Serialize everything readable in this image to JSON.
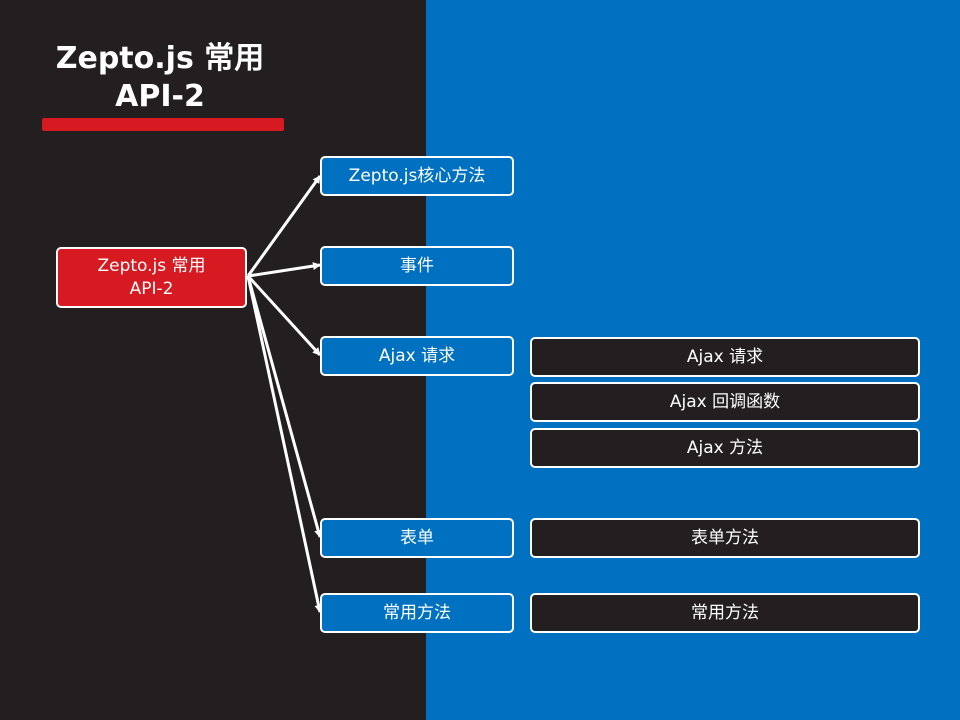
{
  "colors": {
    "dark_bg": "#231f20",
    "blue_bg": "#0070c0",
    "accent_red": "#d71a21",
    "stroke_white": "#ffffff"
  },
  "title": "Zepto.js 常用\nAPI-2",
  "root": "Zepto.js 常用\nAPI-2",
  "branches": [
    "Zepto.js核心方法",
    "事件",
    "Ajax 请求",
    "表单",
    "常用方法"
  ],
  "details": {
    "ajax": [
      "Ajax 请求",
      "Ajax 回调函数",
      "Ajax 方法"
    ],
    "form": "表单方法",
    "common": "常用方法"
  }
}
